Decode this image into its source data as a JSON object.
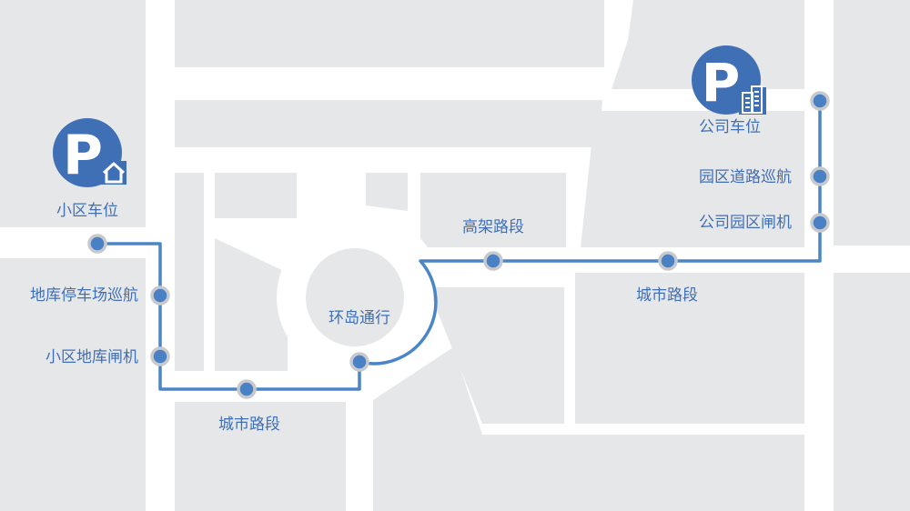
{
  "route": {
    "color": "#4a86c5",
    "stops": [
      {
        "id": "home-parking",
        "label": "小区车位"
      },
      {
        "id": "garage-cruise",
        "label": "地库停车场巡航"
      },
      {
        "id": "garage-gate",
        "label": "小区地库闸机"
      },
      {
        "id": "city-road-1",
        "label": "城市路段"
      },
      {
        "id": "roundabout",
        "label": "环岛通行"
      },
      {
        "id": "elevated-road",
        "label": "高架路段"
      },
      {
        "id": "city-road-2",
        "label": "城市路段"
      },
      {
        "id": "company-gate",
        "label": "公司园区闸机"
      },
      {
        "id": "park-road-cruise",
        "label": "园区道路巡航"
      },
      {
        "id": "company-parking",
        "label": "公司车位"
      }
    ]
  },
  "markers": {
    "home": {
      "letter": "P",
      "icon": "house-icon",
      "color": "#3f6fb5"
    },
    "company": {
      "letter": "P",
      "icon": "office-building-icon",
      "color": "#3f6fb5"
    }
  },
  "colors": {
    "road": "#ffffff",
    "block": "#e6e7e9",
    "node_fill": "#4a80c4",
    "node_ring": "#c7c9cc",
    "label": "#3f6fb5"
  }
}
